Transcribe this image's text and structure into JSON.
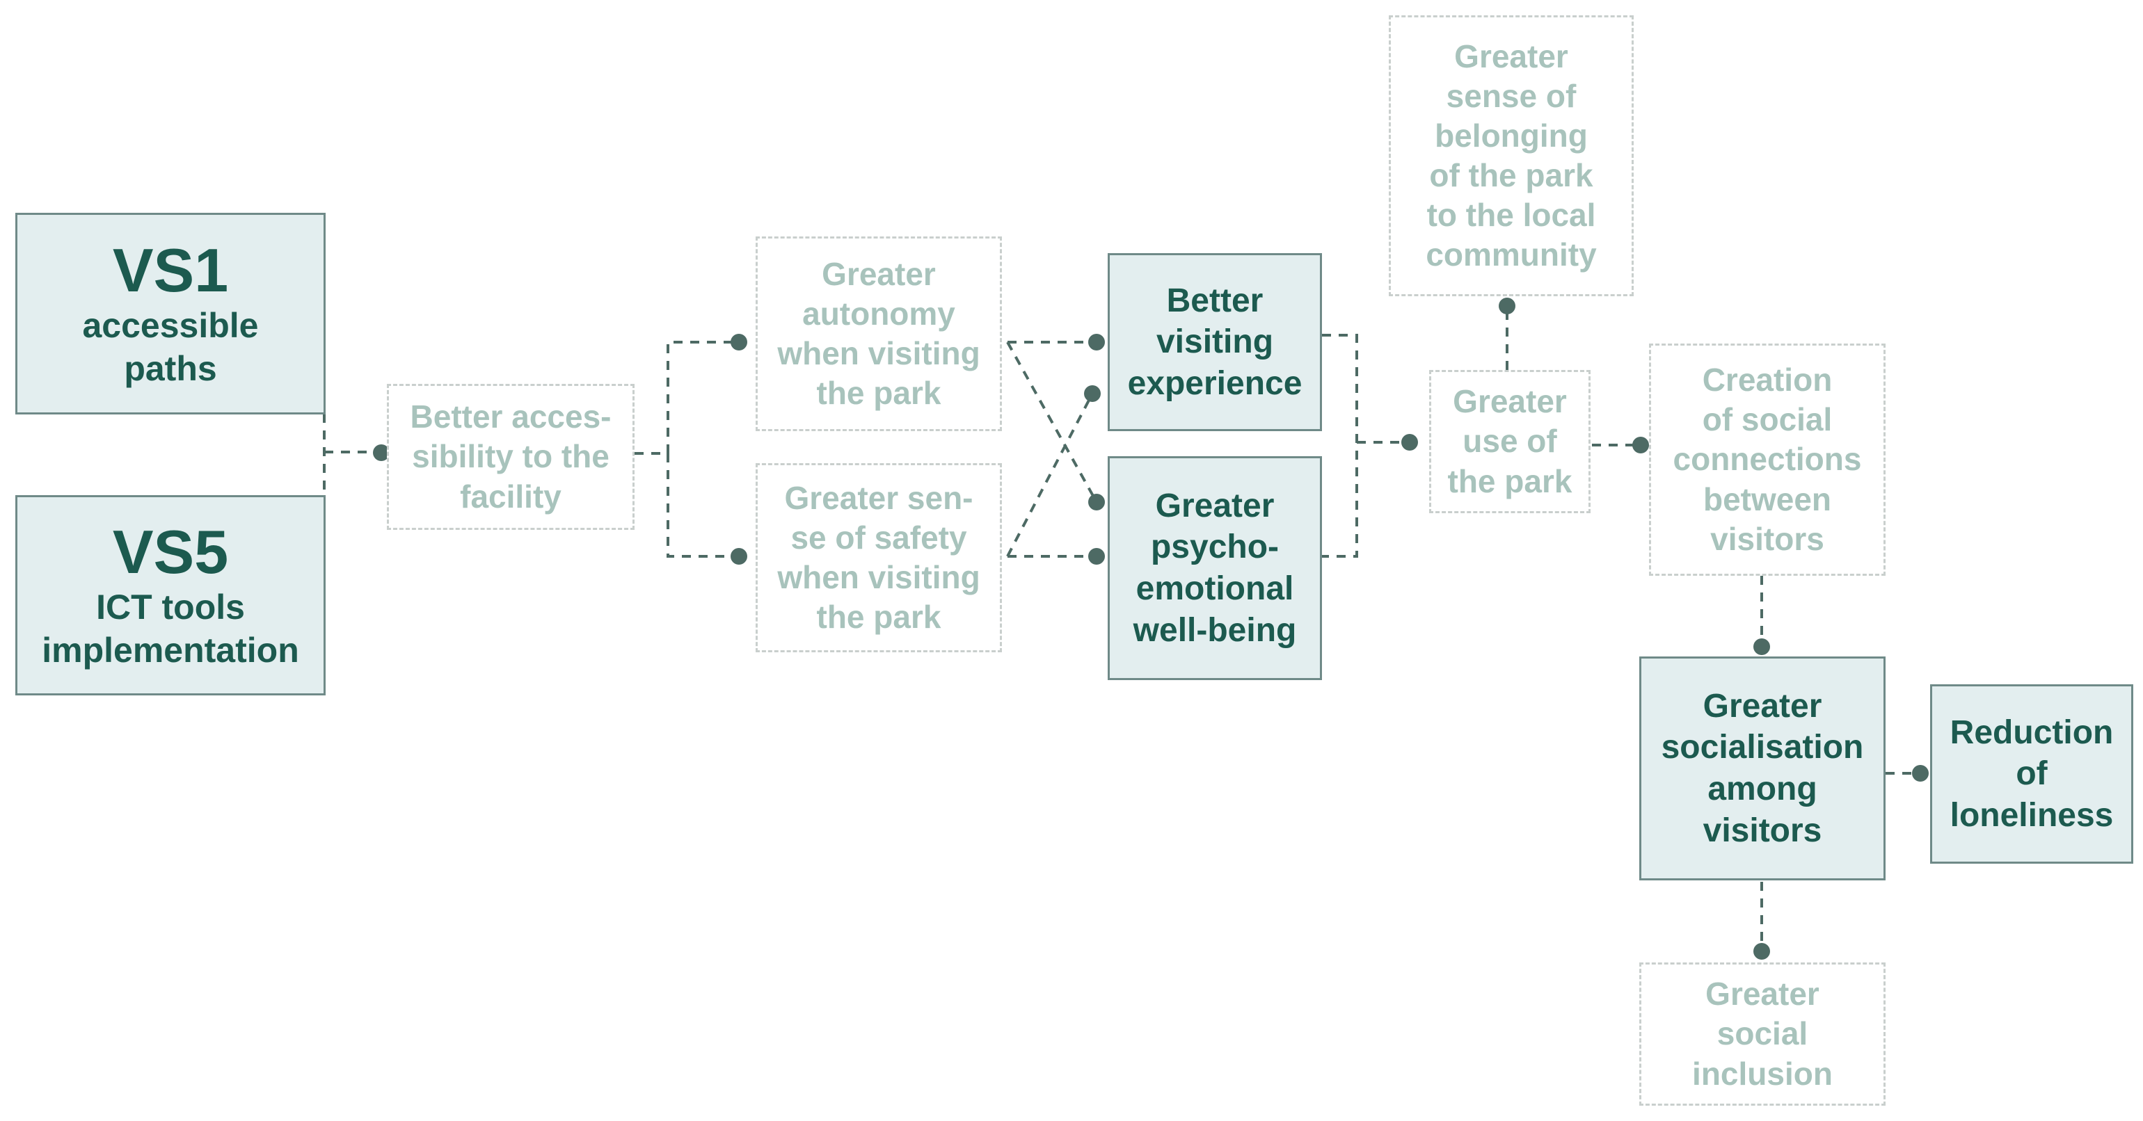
{
  "nodes": {
    "vs1": {
      "title": "VS1",
      "lines": [
        "accessible",
        "paths"
      ]
    },
    "vs5": {
      "title": "VS5",
      "lines": [
        "ICT tools",
        "implementation"
      ]
    },
    "accessibility": {
      "lines": [
        "Better acces-",
        "sibility to the",
        "facility"
      ]
    },
    "autonomy": {
      "lines": [
        "Greater",
        "autonomy",
        "when visiting",
        "the park"
      ]
    },
    "safety": {
      "lines": [
        "Greater sen-",
        "se of safety",
        "when visiting",
        "the park"
      ]
    },
    "experience": {
      "lines": [
        "Better",
        "visiting",
        "experience"
      ]
    },
    "wellbeing": {
      "lines": [
        "Greater",
        "psycho-",
        "emotional",
        "well-being"
      ]
    },
    "belonging": {
      "lines": [
        "Greater",
        "sense of",
        "belonging",
        "of the park",
        "to the local",
        "community"
      ]
    },
    "use": {
      "lines": [
        "Greater",
        "use of",
        "the park"
      ]
    },
    "connections": {
      "lines": [
        "Creation",
        "of social",
        "connections",
        "between",
        "visitors"
      ]
    },
    "socialisation": {
      "lines": [
        "Greater",
        "socialisation",
        "among",
        "visitors"
      ]
    },
    "loneliness": {
      "lines": [
        "Reduction",
        "of",
        "loneliness"
      ]
    },
    "inclusion": {
      "lines": [
        "Greater",
        "social",
        "inclusion"
      ]
    }
  },
  "colors": {
    "primary_fill": "#e3eeef",
    "primary_border": "#6f8a88",
    "primary_text": "#1c5a4f",
    "secondary_border": "#c9cfcd",
    "secondary_text": "#a8c3bc",
    "connector": "#4d6a64"
  }
}
